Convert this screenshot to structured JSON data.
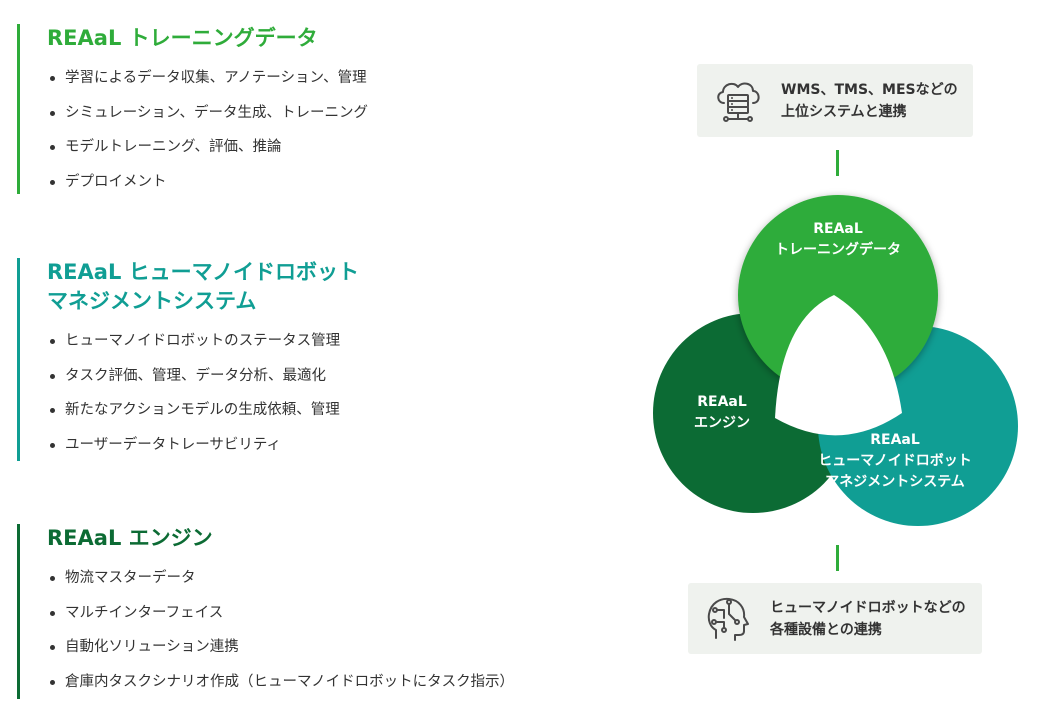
{
  "sections": [
    {
      "title_lines": [
        "REAaL トレーニングデータ"
      ],
      "items": [
        "学習によるデータ収集、アノテーション、管理",
        "シミュレーション、データ生成、トレーニング",
        "モデルトレーニング、評価、推論",
        "デプロイメント"
      ]
    },
    {
      "title_lines": [
        "REAaL ヒューマノイドロボット",
        "マネジメントシステム"
      ],
      "items": [
        "ヒューマノイドロボットのステータス管理",
        "タスク評価、管理、データ分析、最適化",
        "新たなアクションモデルの生成依頼、管理",
        "ユーザーデータトレーサビリティ"
      ]
    },
    {
      "title_lines": [
        "REAaL エンジン"
      ],
      "items": [
        "物流マスターデータ",
        "マルチインターフェイス",
        "自動化ソリューション連携",
        "倉庫内タスクシナリオ作成（ヒューマノイドロボットにタスク指示）"
      ]
    }
  ],
  "diagram": {
    "top_box": {
      "icon": "cloud-server-icon",
      "lines": [
        "WMS、TMS、MESなどの",
        "上位システムと連携"
      ]
    },
    "bottom_box": {
      "icon": "robot-head-circuit-icon",
      "lines": [
        "ヒューマノイドロボットなどの",
        "各種設備との連携"
      ]
    },
    "circles": {
      "top": {
        "lines": [
          "REAaL",
          "トレーニングデータ"
        ],
        "color": "#2fac3a"
      },
      "left": {
        "lines": [
          "REAaL",
          "エンジン"
        ],
        "color": "#0c6b34"
      },
      "right": {
        "lines": [
          "REAaL",
          "ヒューマノイドロボット",
          "マネジメントシステム"
        ],
        "color": "#109e94"
      }
    }
  }
}
